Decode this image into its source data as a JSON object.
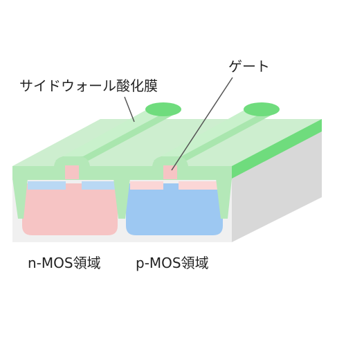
{
  "labels": {
    "sidewall": "サイドウォール酸化膜",
    "gate": "ゲート",
    "nmos": "n-MOS領域",
    "pmos": "p-MOS領域"
  },
  "colors": {
    "green_fill": "#cdeecf",
    "green_top": "#b4e8b8",
    "green_edge": "#6fdc7d",
    "pink": "#f6c4c4",
    "pink_light": "#fbd6d6",
    "blue": "#9dc8f2",
    "blue_light": "#b9d8f4",
    "gray_front": "#f0f0f0",
    "gray_side": "#d8d8d8",
    "leader": "#555555"
  }
}
